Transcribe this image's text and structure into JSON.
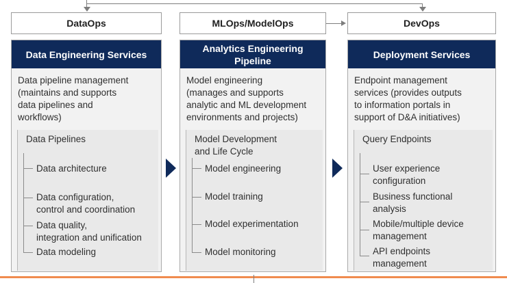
{
  "columns": [
    {
      "header": "DataOps",
      "title": "Data Engineering Services",
      "description": [
        "Data pipeline management",
        "(maintains and supports",
        "data pipelines and",
        "workflows)"
      ],
      "sub_title": [
        "Data Pipelines"
      ],
      "items": [
        [
          "Data architecture"
        ],
        [
          "Data configuration,",
          "control and coordination"
        ],
        [
          "Data quality,",
          "integration and unification"
        ],
        [
          "Data modeling"
        ]
      ]
    },
    {
      "header": "MLOps/ModelOps",
      "title": "Analytics Engineering Pipeline",
      "description": [
        "Model engineering",
        "(manages and supports",
        "analytic and ML development",
        "environments and projects)"
      ],
      "sub_title": [
        "Model Development",
        "and Life Cycle"
      ],
      "items": [
        [
          "Model engineering"
        ],
        [
          "Model training"
        ],
        [
          "Model experimentation"
        ],
        [
          "Model monitoring"
        ]
      ]
    },
    {
      "header": "DevOps",
      "title": "Deployment Services",
      "description": [
        "Endpoint management",
        "services (provides outputs",
        "to information portals in",
        "support of D&A initiatives)"
      ],
      "sub_title": [
        "Query Endpoints"
      ],
      "items": [
        [
          "User experience",
          "configuration"
        ],
        [
          "Business functional",
          "analysis"
        ],
        [
          "Mobile/multiple device",
          "management"
        ],
        [
          "API endpoints",
          "management"
        ]
      ]
    }
  ],
  "colors": {
    "title_bg": "#0f2a5a",
    "accent_orange": "#f08b4e"
  }
}
